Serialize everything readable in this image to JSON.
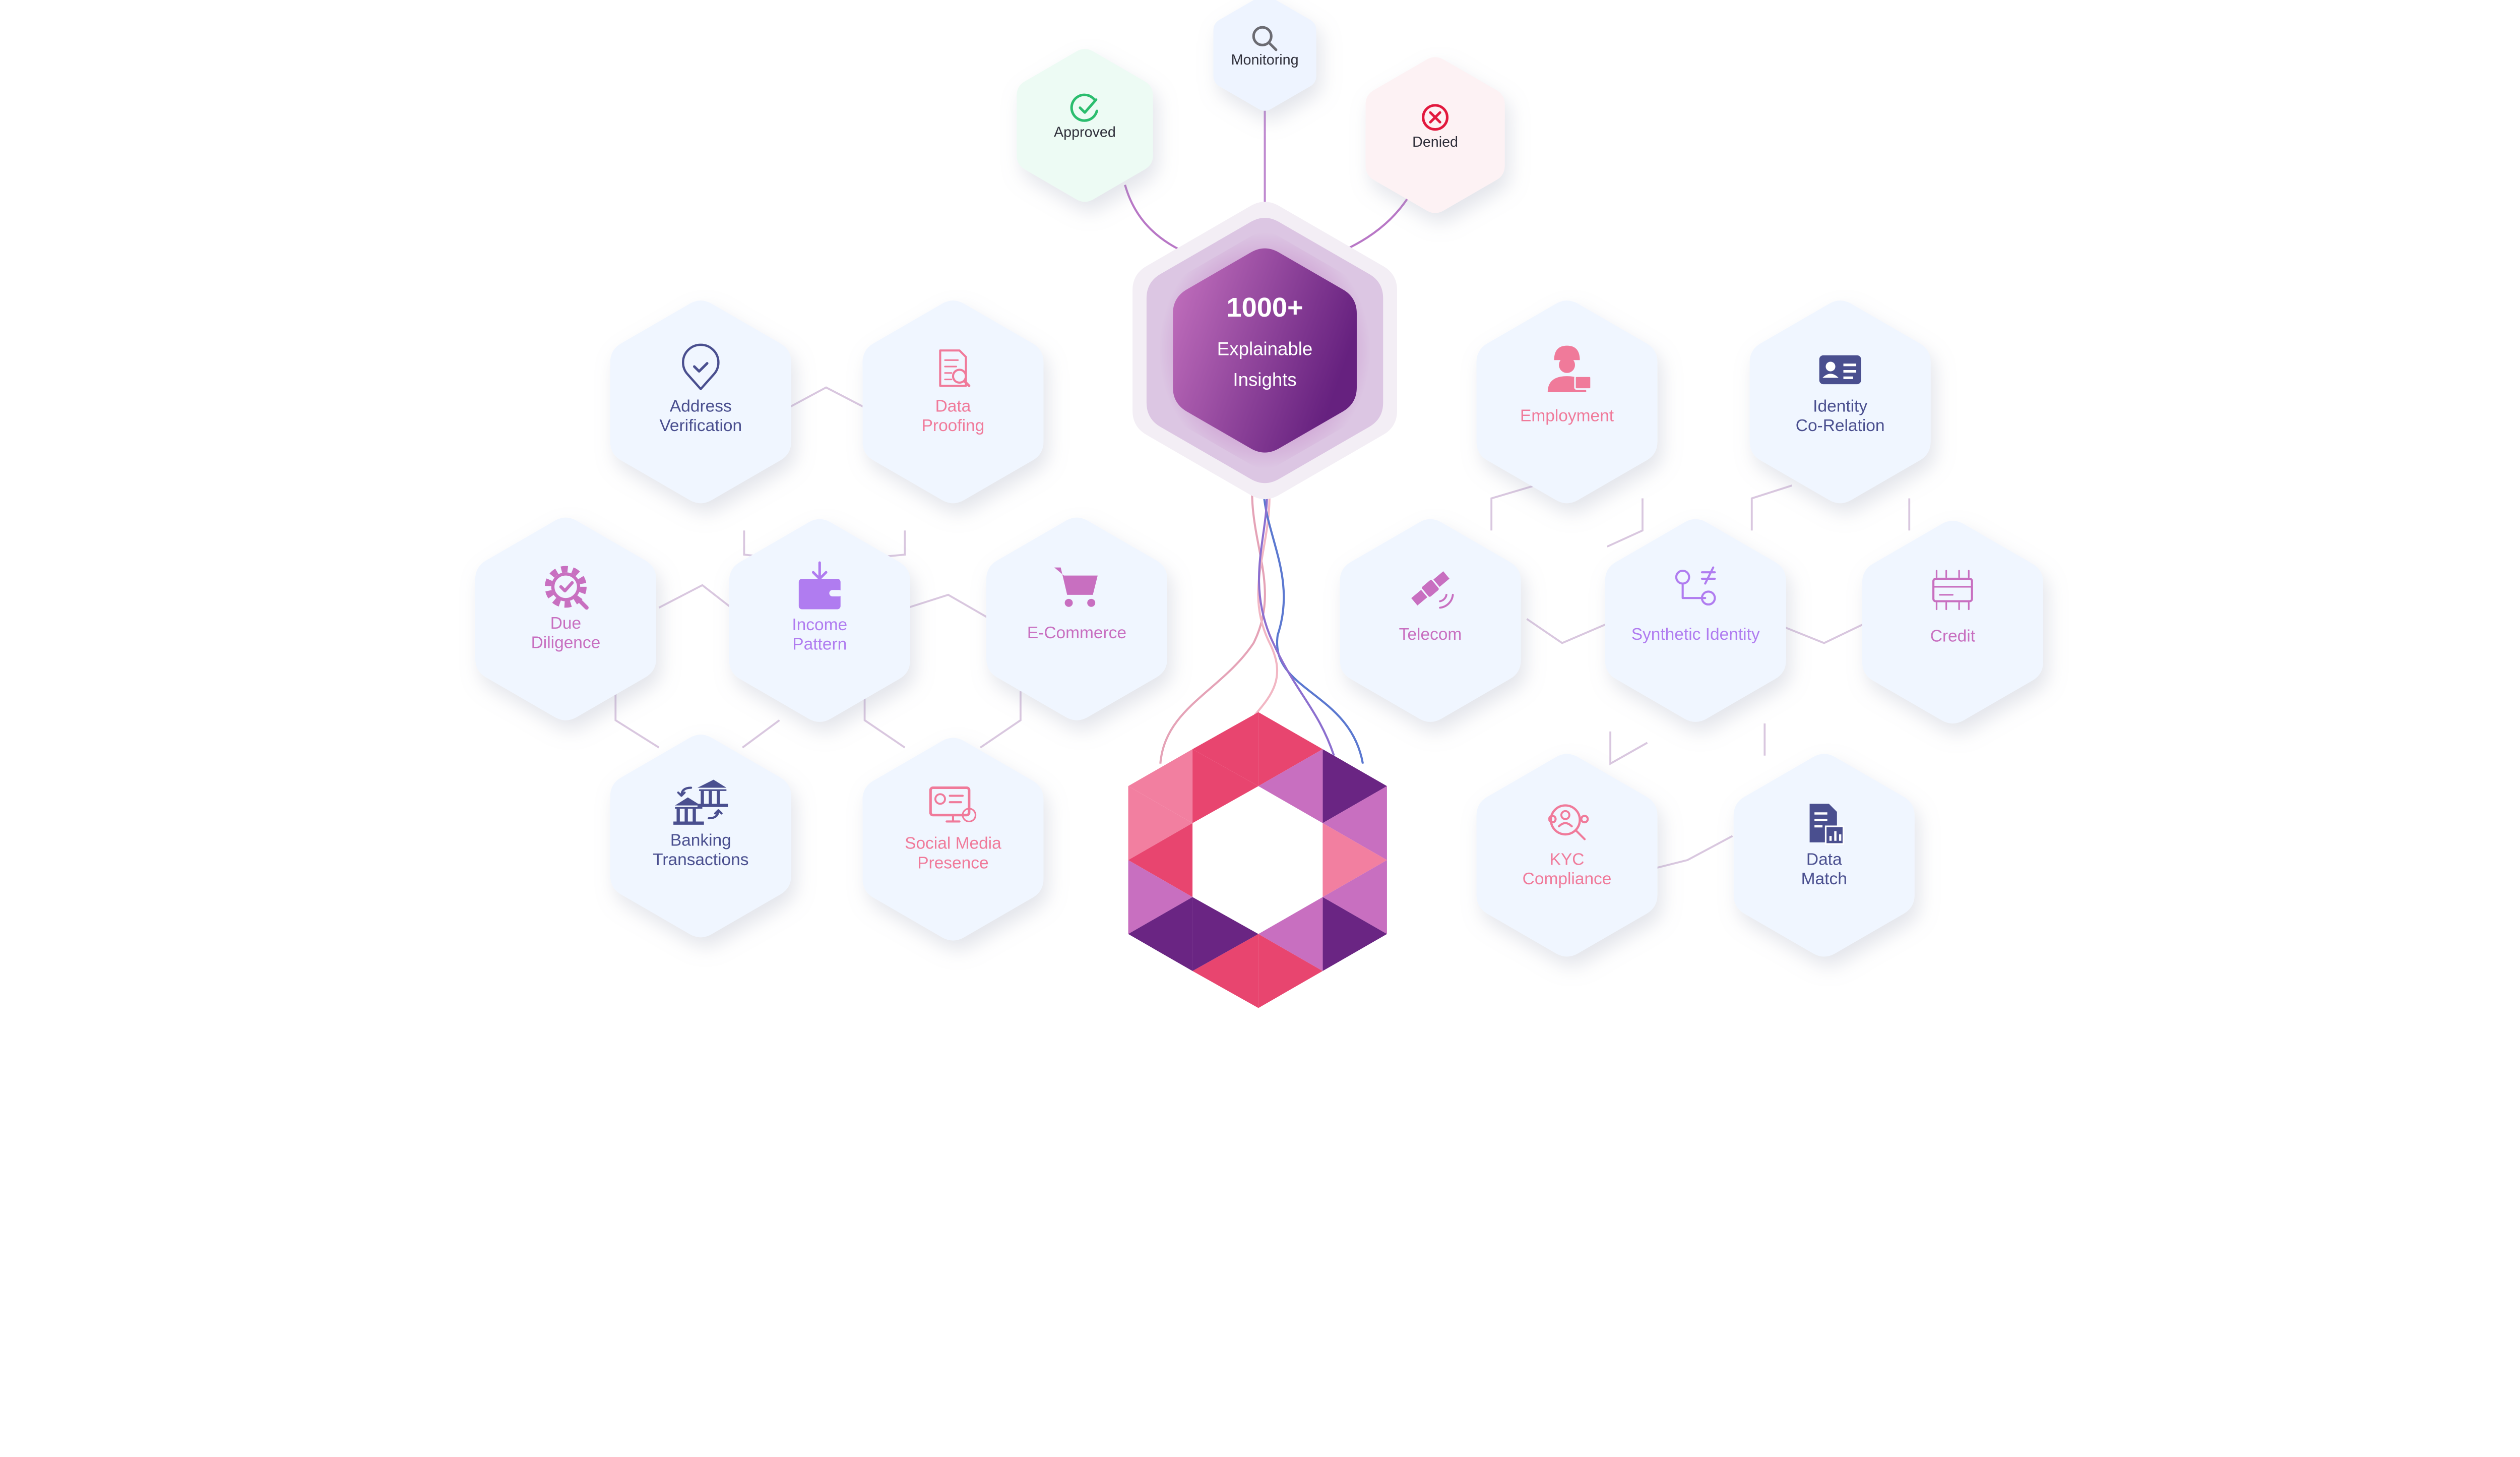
{
  "outcomes": [
    {
      "label": "Monitoring",
      "icon": "search-icon",
      "icon_color": "#6b6b72",
      "bg": "#eef4ff"
    },
    {
      "label": "Approved",
      "icon": "check-circle-icon",
      "icon_color": "#2bbd6e",
      "bg": "#edfbf4"
    },
    {
      "label": "Denied",
      "icon": "x-circle-icon",
      "icon_color": "#e2183d",
      "bg": "#fdf2f4"
    }
  ],
  "center": {
    "headline": "1000+",
    "line1": "Explainable",
    "line2": "Insights",
    "gradient": [
      "#c673c0",
      "#6a2583"
    ]
  },
  "left_nodes": [
    {
      "lines": [
        "Address",
        "Verification"
      ],
      "color": "#4a4f8f",
      "icon": "location-check-icon"
    },
    {
      "lines": [
        "Data",
        "Proofing"
      ],
      "color": "#f07a9a",
      "icon": "document-search-icon"
    },
    {
      "lines": [
        "Due",
        "Diligence"
      ],
      "color": "#c86fc0",
      "icon": "gear-check-icon"
    },
    {
      "lines": [
        "Income",
        "Pattern"
      ],
      "color": "#b07cf0",
      "icon": "wallet-icon"
    },
    {
      "lines": [
        "E-Commerce"
      ],
      "color": "#c86fc0",
      "icon": "cart-icon"
    },
    {
      "lines": [
        "Banking",
        "Transactions"
      ],
      "color": "#4a4f8f",
      "icon": "bank-transfer-icon"
    },
    {
      "lines": [
        "Social Media",
        "Presence"
      ],
      "color": "#f07a9a",
      "icon": "monitor-profile-icon"
    }
  ],
  "right_nodes": [
    {
      "lines": [
        "Employment"
      ],
      "color": "#f07a9a",
      "icon": "employee-icon"
    },
    {
      "lines": [
        "Identity",
        "Co-Relation"
      ],
      "color": "#4a4f8f",
      "icon": "id-card-icon"
    },
    {
      "lines": [
        "Telecom"
      ],
      "color": "#c86fc0",
      "icon": "satellite-icon"
    },
    {
      "lines": [
        "Synthetic Identity"
      ],
      "color": "#b07cf0",
      "icon": "not-equal-identity-icon"
    },
    {
      "lines": [
        "Credit"
      ],
      "color": "#c86fc0",
      "icon": "credit-card-icon"
    },
    {
      "lines": [
        "KYC",
        "Compliance"
      ],
      "color": "#f07a9a",
      "icon": "user-search-icon"
    },
    {
      "lines": [
        "Data",
        "Match"
      ],
      "color": "#4a4f8f",
      "icon": "document-chart-icon"
    }
  ],
  "colors": {
    "node_bg": "#f0f6ff",
    "connector": "#d9c7df",
    "logo": [
      "#e8456f",
      "#f27fa0",
      "#c86fc0",
      "#6a2583"
    ]
  }
}
